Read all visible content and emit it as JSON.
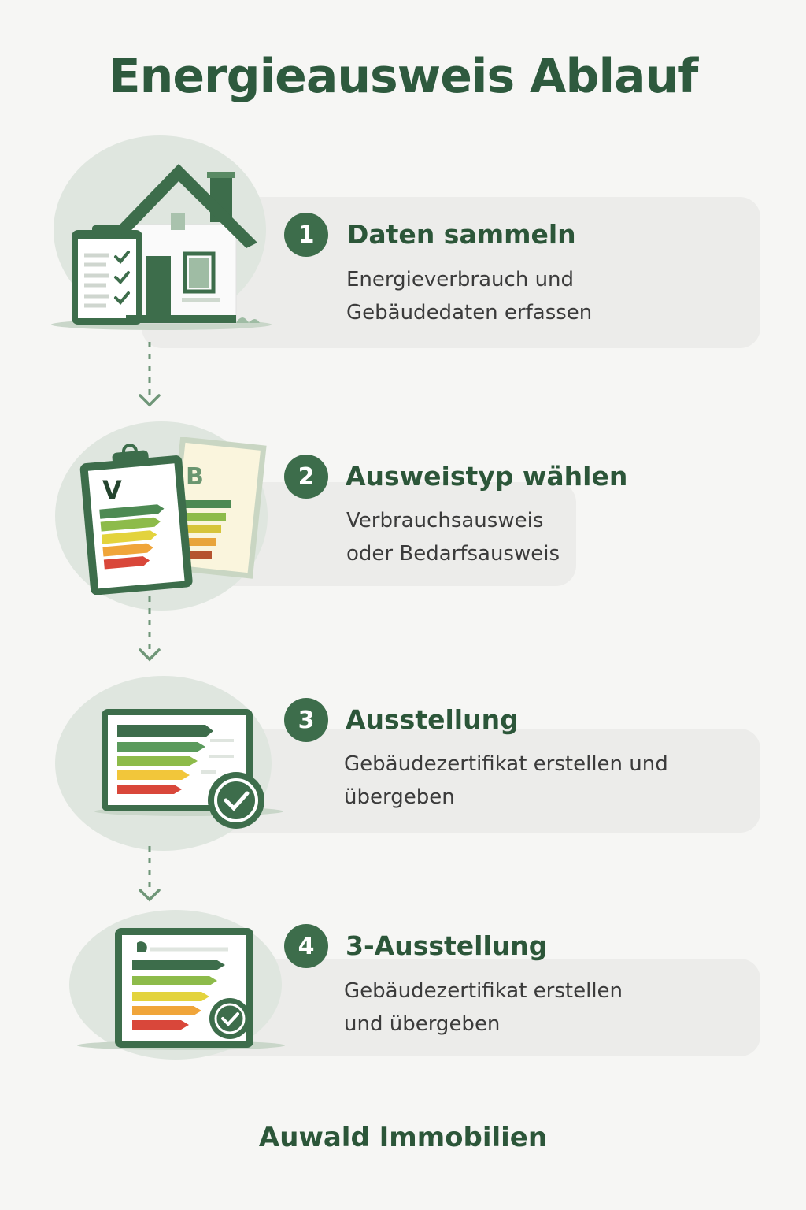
{
  "title": "Energieausweis Ablauf",
  "footer": "Auwald Immobilien",
  "accent_color": "#3d6d4b",
  "steps": [
    {
      "number": "1",
      "title": "Daten sammeln",
      "lines": [
        "Energieverbrauch und",
        "Gebäudedaten erfassen"
      ],
      "icon": "house-checklist-icon"
    },
    {
      "number": "2",
      "title": "Ausweistyp wählen",
      "lines": [
        "Verbrauchsausweis",
        "oder Bedarfsausweis"
      ],
      "icon": "certificate-type-icon",
      "labels": [
        "V",
        "B"
      ]
    },
    {
      "number": "3",
      "title": "Ausstellung",
      "lines": [
        "Gebäudezertifikat erstellen und",
        "übergeben"
      ],
      "icon": "certificate-approved-icon"
    },
    {
      "number": "4",
      "title": "3-Ausstellung",
      "lines": [
        "Gebäudezertifikat erstellen",
        "und übergeben"
      ],
      "icon": "energy-label-approved-icon"
    }
  ]
}
